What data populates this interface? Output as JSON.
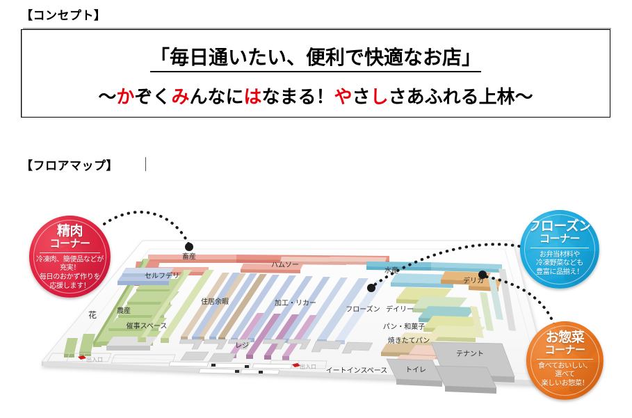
{
  "concept": {
    "heading": "【コンセプト】",
    "line1_open": "「",
    "line1_main": "毎日通いたい、便利で快適なお店",
    "line1_close": "」",
    "line2_parts": [
      {
        "t": "～",
        "hl": false
      },
      {
        "t": "か",
        "hl": true
      },
      {
        "t": "ぞく",
        "hl": false
      },
      {
        "t": "み",
        "hl": true
      },
      {
        "t": "んなに",
        "hl": false
      },
      {
        "t": "は",
        "hl": true
      },
      {
        "t": "なまる！",
        "hl": false
      },
      {
        "t": "や",
        "hl": true
      },
      {
        "t": "さ",
        "hl": false
      },
      {
        "t": "し",
        "hl": true
      },
      {
        "t": "さあふれる上林～",
        "hl": false
      }
    ],
    "highlight_color": "#e8000d",
    "text_color": "#000000"
  },
  "floormap": {
    "heading": "【フロアマップ】",
    "badges": [
      {
        "id": "meat",
        "title_line1": "精肉",
        "title_line2": "コーナー",
        "desc": "冷凍肉、簡便品などが\n充実！\n毎日のおかず作りを\n応援します！",
        "desc_lines": [
          "冷凍肉、簡便品などが",
          "充実！",
          "毎日のおかず作りを",
          "応援します！"
        ],
        "color": "#e02240"
      },
      {
        "id": "frozen",
        "title_line1": "フローズン",
        "title_line2": "コーナー",
        "desc_lines": [
          "お弁当材料や",
          "冷凍野菜なども",
          "豊富に品揃え！"
        ],
        "color": "#17a7dd"
      },
      {
        "id": "deli",
        "title_line1": "お惣菜",
        "title_line2": "コーナー",
        "desc_lines": [
          "食べておいしい、",
          "選べて",
          "楽しいお惣菜！"
        ],
        "color": "#e8741f"
      }
    ],
    "zone_labels": [
      {
        "name": "chikusan",
        "text": "畜産"
      },
      {
        "name": "self-deli",
        "text": "セルフデリ"
      },
      {
        "name": "nousan",
        "text": "農産"
      },
      {
        "name": "hana",
        "text": "花"
      },
      {
        "name": "saiji-space",
        "text": "催事スペース"
      },
      {
        "name": "jukyo-yoka",
        "text": "住居余暇"
      },
      {
        "name": "hamuso",
        "text": "ハムソー"
      },
      {
        "name": "kako-liquor",
        "text": "加工・リカー"
      },
      {
        "name": "frozen",
        "text": "フローズン"
      },
      {
        "name": "suisan",
        "text": "水産"
      },
      {
        "name": "daily",
        "text": "デイリー"
      },
      {
        "name": "pan-wagashi",
        "text": "パン・和菓子"
      },
      {
        "name": "yakitate-pan",
        "text": "焼きたてパン"
      },
      {
        "name": "delica",
        "text": "デリカ"
      },
      {
        "name": "register",
        "text": "レジ"
      },
      {
        "name": "eat-in-space",
        "text": "イートインスペース"
      },
      {
        "name": "toilet",
        "text": "トイレ"
      },
      {
        "name": "tenant",
        "text": "テナント"
      },
      {
        "name": "entrance-left",
        "text": "出入口"
      },
      {
        "name": "entrance-center",
        "text": "出入口"
      }
    ],
    "shelf_colors": {
      "salmon": "#e79385",
      "salmon_top": "#eeb2a6",
      "green": "#a9c47e",
      "green_top": "#c3d79d",
      "lightgreen": "#cfdca6",
      "blue": "#9db3d4",
      "blue_top": "#bccbe3",
      "lightblue": "#c3d3e8",
      "tan": "#c9b49a",
      "tan_top": "#ddcdb9",
      "purple": "#c294bb",
      "cyan": "#7fc4d8",
      "yellow": "#e3e4a8",
      "cream": "#efe6c4",
      "orange": "#e7b87e",
      "gray": "#c6c6c6",
      "gray_dark": "#b0b0b0",
      "base": "#fbfbfb"
    }
  }
}
